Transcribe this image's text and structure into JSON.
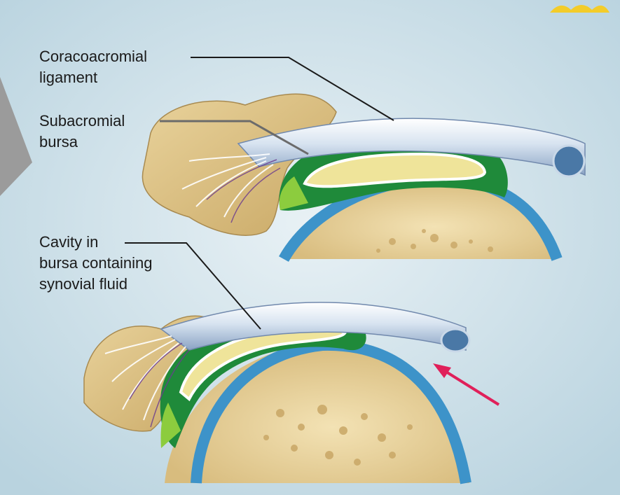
{
  "labels": {
    "coracoacromial": [
      "Coracoacromial",
      "ligament"
    ],
    "subacromial": [
      "Subacromial",
      "bursa"
    ],
    "cavity": [
      "Cavity in",
      "bursa containing",
      "synovial fluid"
    ]
  },
  "colors": {
    "background": "#cfe3ec",
    "ligament": "#dfe9f3",
    "bursa_wall": "#1f8a3a",
    "bursa_lining": "#8ccc3e",
    "synovial_fluid": "#efe49a",
    "bone": "#ead6a2",
    "cartilage": "#3d93c9",
    "acromion": "#d9bf80",
    "arrow": "#e0205a"
  }
}
